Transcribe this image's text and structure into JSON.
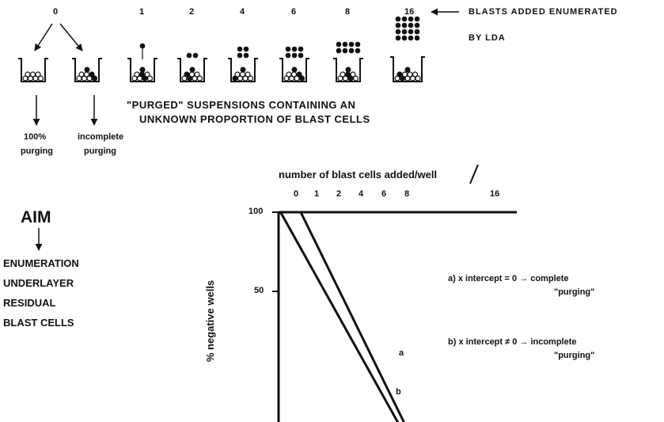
{
  "wells": {
    "labels": [
      "0",
      "1",
      "2",
      "4",
      "6",
      "8",
      "16"
    ],
    "arrow_label_line1": "BLASTS ADDED ENUMERATED",
    "arrow_label_line2": "BY LDA",
    "suspension_line1": "\"PURGED\" SUSPENSIONS CONTAINING AN",
    "suspension_line2": "UNKNOWN PROPORTION OF BLAST CELLS",
    "outcome_complete_line1": "100%",
    "outcome_complete_line2": "purging",
    "outcome_incomplete_line1": "incomplete",
    "outcome_incomplete_line2": "purging"
  },
  "aim": {
    "title": "AIM",
    "lines": [
      "ENUMERATION",
      "UNDERLAYER",
      "RESIDUAL",
      "BLAST CELLS"
    ]
  },
  "chart_data": {
    "type": "line",
    "xlabel": "number of blast cells added/well",
    "x_ticks": [
      "0",
      "1",
      "2",
      "4",
      "6",
      "8",
      "16"
    ],
    "ylabel": "% negative wells",
    "y_ticks": [
      "100",
      "50"
    ],
    "series": [
      {
        "name": "a",
        "points": [
          [
            0,
            100
          ],
          [
            6,
            -15
          ]
        ]
      },
      {
        "name": "b",
        "points": [
          [
            -0.5,
            100
          ],
          [
            5.5,
            -15
          ]
        ]
      }
    ],
    "annotations": [
      {
        "line1": "a) x  intercept = 0 → complete",
        "line2": "\"purging\""
      },
      {
        "line1": "b) x intercept ≠ 0 → incomplete",
        "line2": "\"purging\""
      }
    ]
  }
}
